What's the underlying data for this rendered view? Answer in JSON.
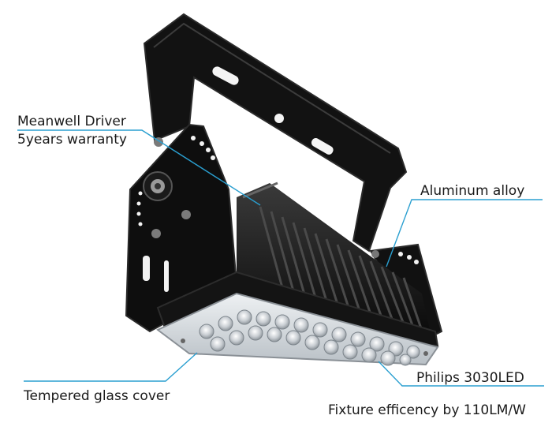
{
  "callouts": {
    "driver_line1": "Meanwell Driver",
    "driver_line2": "5years warranty",
    "aluminum": "Aluminum alloy",
    "glass": "Tempered glass cover",
    "led": "Philips 3030LED",
    "efficiency": "Fixture efficency by 110LM/W"
  },
  "colors": {
    "callout_line": "#2a9fd0",
    "body": "#111111",
    "background": "#ffffff"
  }
}
